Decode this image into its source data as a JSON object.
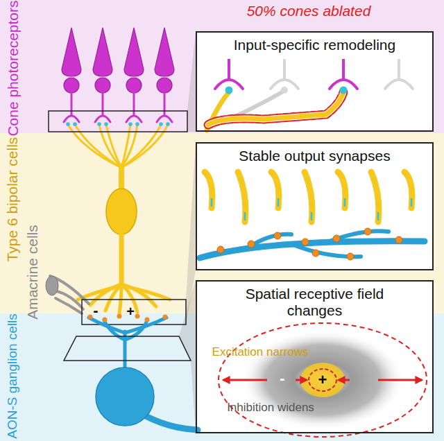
{
  "diagram": {
    "nodes": [
      {
        "text": [
          "Cone photoreceptors"
        ]
      },
      {
        "text": [
          "Type 6 bipolar cells",
          "Amacrine cells"
        ]
      },
      {
        "text": [
          "AON-S ganglion cells"
        ]
      },
      {
        "text": [
          "Input-specific remodeling"
        ],
        "in": 0
      },
      {
        "text": [
          "Stable output synapses"
        ],
        "in": 1
      },
      {
        "text": [
          "Spatial receptive field changes"
        ]
      }
    ],
    "labels": [
      "50% cones ablated",
      "-",
      "+",
      "Excitation narrows",
      "Inhibition widens",
      "+",
      "-"
    ]
  }
}
